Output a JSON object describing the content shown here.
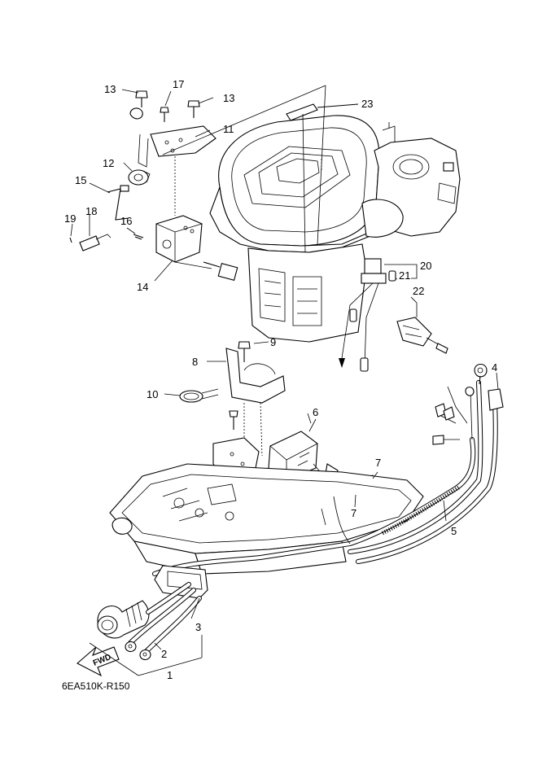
{
  "diagram": {
    "reference_code": "6EA510K-R150",
    "direction_label": "FWD",
    "callouts": [
      {
        "id": "c1",
        "label": "1"
      },
      {
        "id": "c2",
        "label": "2"
      },
      {
        "id": "c3",
        "label": "3"
      },
      {
        "id": "c4",
        "label": "4"
      },
      {
        "id": "c5",
        "label": "5"
      },
      {
        "id": "c6",
        "label": "6"
      },
      {
        "id": "c7a",
        "label": "7"
      },
      {
        "id": "c7b",
        "label": "7"
      },
      {
        "id": "c8",
        "label": "8"
      },
      {
        "id": "c9",
        "label": "9"
      },
      {
        "id": "c10",
        "label": "10"
      },
      {
        "id": "c11",
        "label": "11"
      },
      {
        "id": "c12",
        "label": "12"
      },
      {
        "id": "c13a",
        "label": "13"
      },
      {
        "id": "c13b",
        "label": "13"
      },
      {
        "id": "c14",
        "label": "14"
      },
      {
        "id": "c15",
        "label": "15"
      },
      {
        "id": "c16",
        "label": "16"
      },
      {
        "id": "c17",
        "label": "17"
      },
      {
        "id": "c18",
        "label": "18"
      },
      {
        "id": "c19",
        "label": "19"
      },
      {
        "id": "c20",
        "label": "20"
      },
      {
        "id": "c21",
        "label": "21"
      },
      {
        "id": "c22",
        "label": "22"
      },
      {
        "id": "c23",
        "label": "23"
      }
    ]
  }
}
